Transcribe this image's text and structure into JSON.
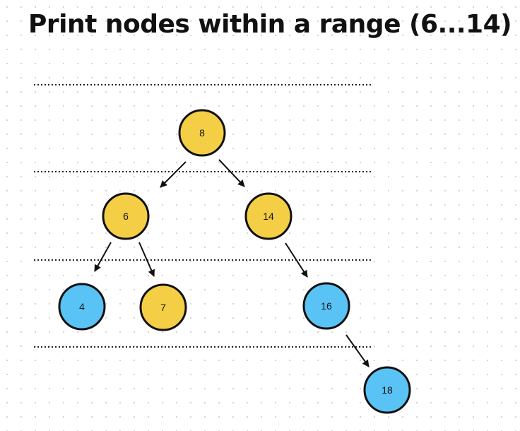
{
  "title": "Print nodes within a range (6...14)",
  "colors": {
    "in_range": "#f4cf45",
    "out_of_range": "#5ac3f6",
    "stroke": "#111111"
  },
  "nodes": [
    {
      "id": "n8",
      "label": "8",
      "in_range": true
    },
    {
      "id": "n6",
      "label": "6",
      "in_range": true
    },
    {
      "id": "n14",
      "label": "14",
      "in_range": true
    },
    {
      "id": "n4",
      "label": "4",
      "in_range": false
    },
    {
      "id": "n7",
      "label": "7",
      "in_range": true
    },
    {
      "id": "n16",
      "label": "16",
      "in_range": false
    },
    {
      "id": "n18",
      "label": "18",
      "in_range": false
    }
  ],
  "edges": [
    {
      "from": "n8",
      "to": "n6"
    },
    {
      "from": "n8",
      "to": "n14"
    },
    {
      "from": "n6",
      "to": "n4"
    },
    {
      "from": "n6",
      "to": "n7"
    },
    {
      "from": "n14",
      "to": "n16"
    },
    {
      "from": "n16",
      "to": "n18"
    }
  ]
}
